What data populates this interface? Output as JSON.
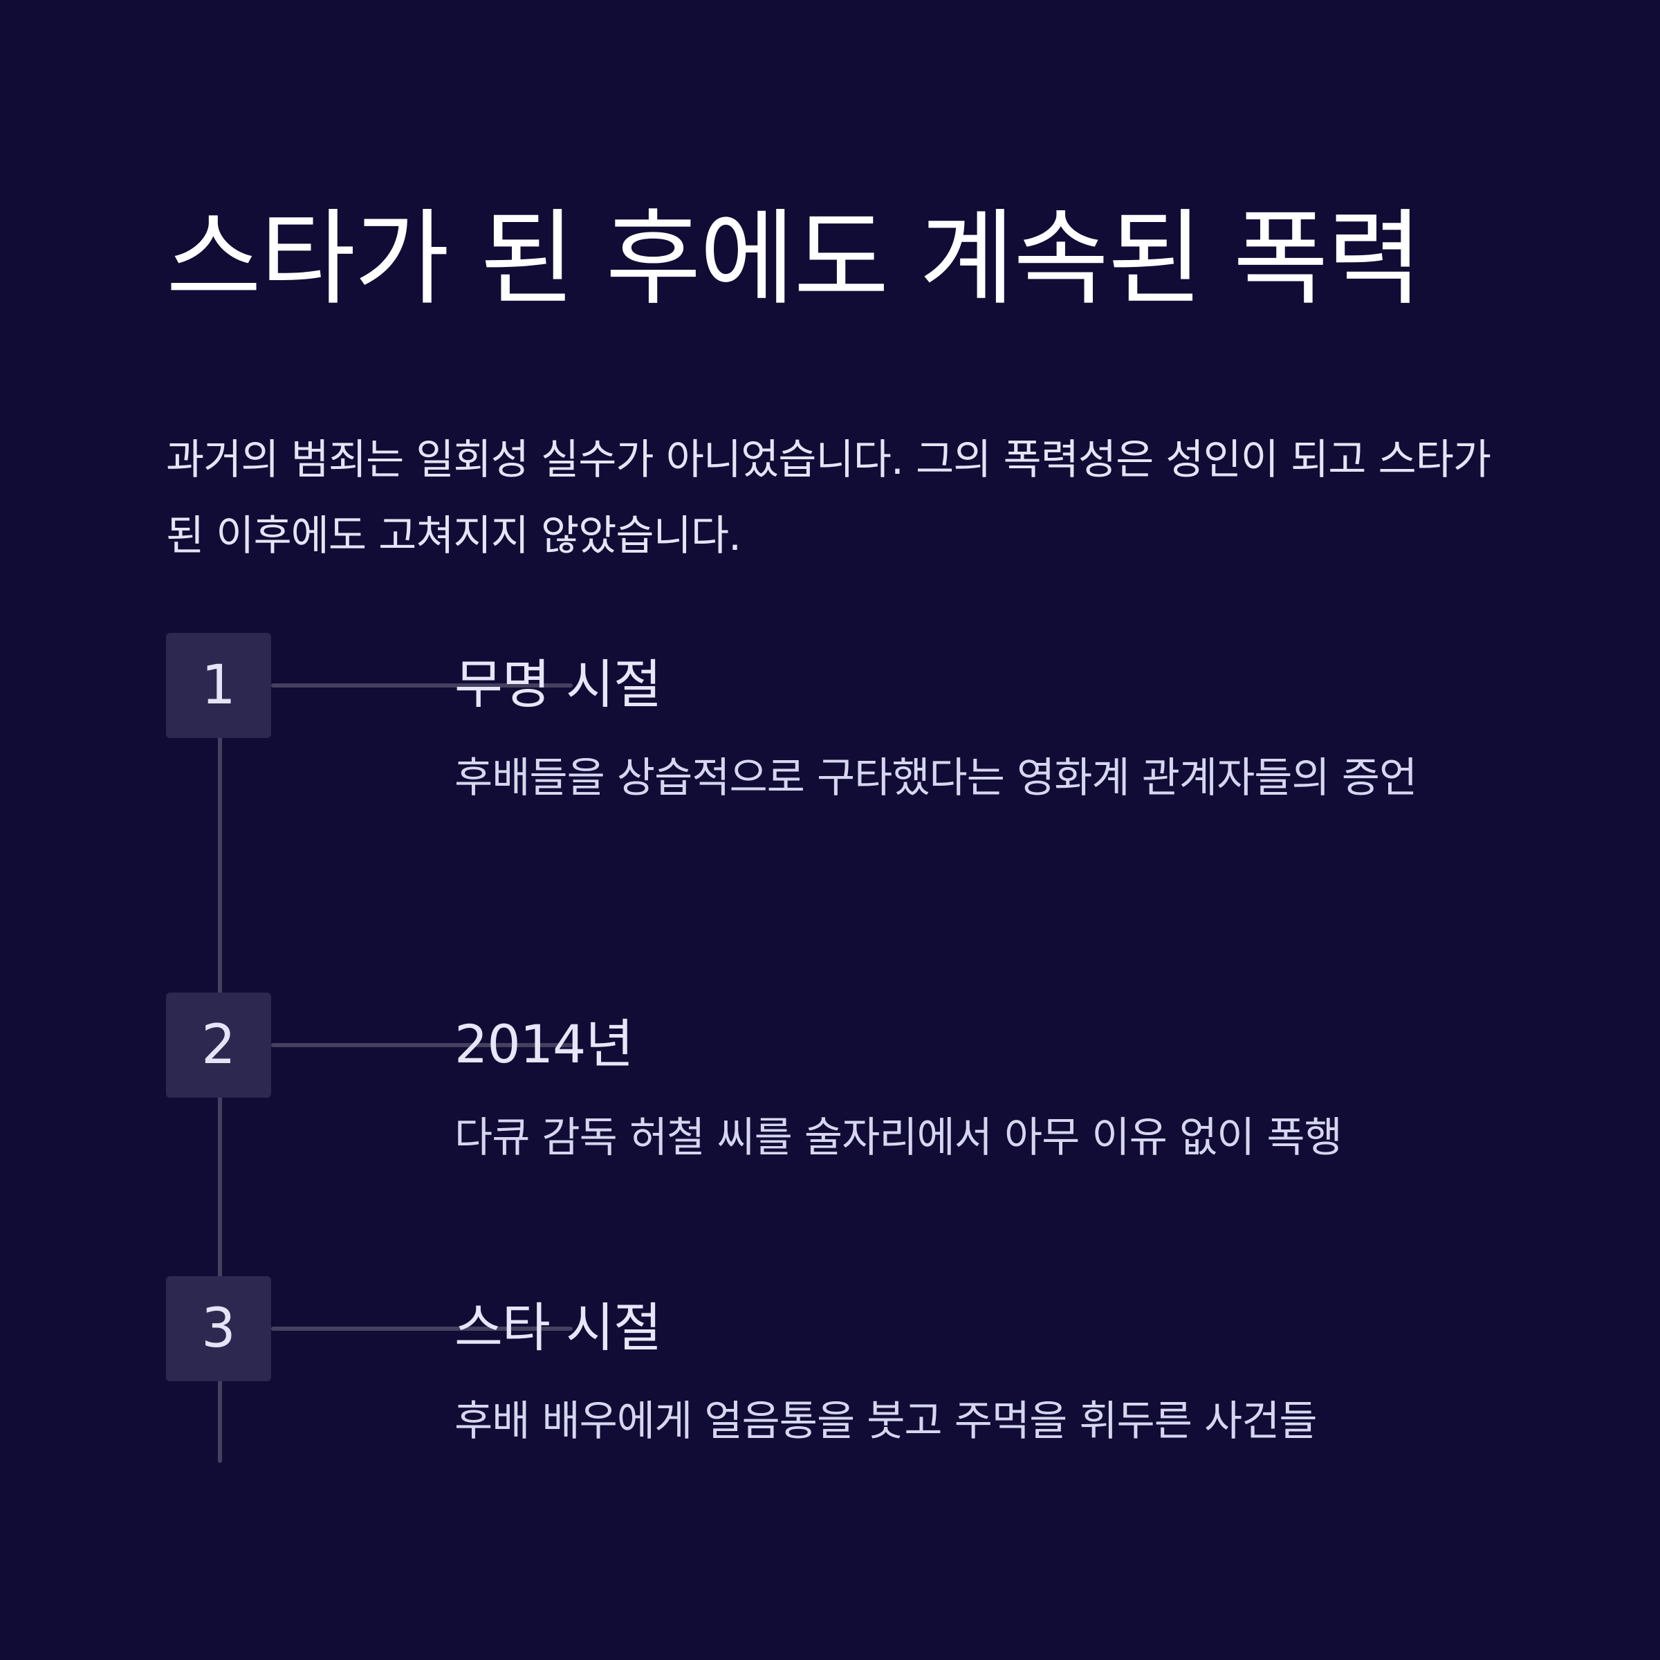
{
  "title": "스타가 된 후에도 계속된 폭력",
  "intro": "과거의 범죄는 일회성 실수가 아니었습니다. 그의 폭력성은 성인이 되고 스타가 된 이후에도 고쳐지지 않았습니다.",
  "steps": [
    {
      "number": "1",
      "title": "무명 시절",
      "description": "후배들을 상습적으로 구타했다는 영화계 관계자들의 증언"
    },
    {
      "number": "2",
      "title": "2014년",
      "description": "다큐 감독 허철 씨를 술자리에서 아무 이유 없이 폭행"
    },
    {
      "number": "3",
      "title": "스타 시절",
      "description": "후배 배우에게 얼음통을 붓고 주먹을 휘두른 사건들"
    }
  ]
}
